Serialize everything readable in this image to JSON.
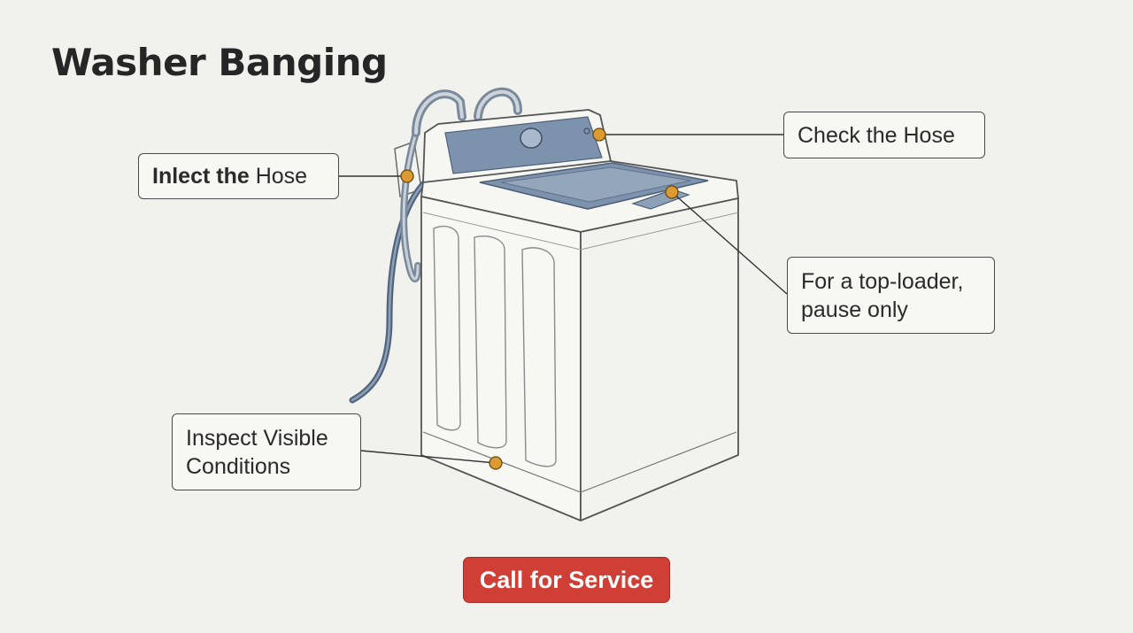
{
  "title": "Washer Banging",
  "callouts": {
    "inlet_hose": {
      "text_bold": "Inlect the",
      "text_rest": " Hose"
    },
    "check_hose": {
      "text": "Check the Hose"
    },
    "top_loader": {
      "line1": "For a top-loader,",
      "line2": "pause only"
    },
    "inspect": {
      "line1": "Inspect Visible",
      "line2": "Conditions"
    }
  },
  "cta": {
    "label": "Call for Service"
  },
  "colors": {
    "background": "#f1f1ed",
    "accent_button": "#cf3f35",
    "marker_dot": "#dc9a32",
    "panel_blue": "#7d93ad"
  }
}
